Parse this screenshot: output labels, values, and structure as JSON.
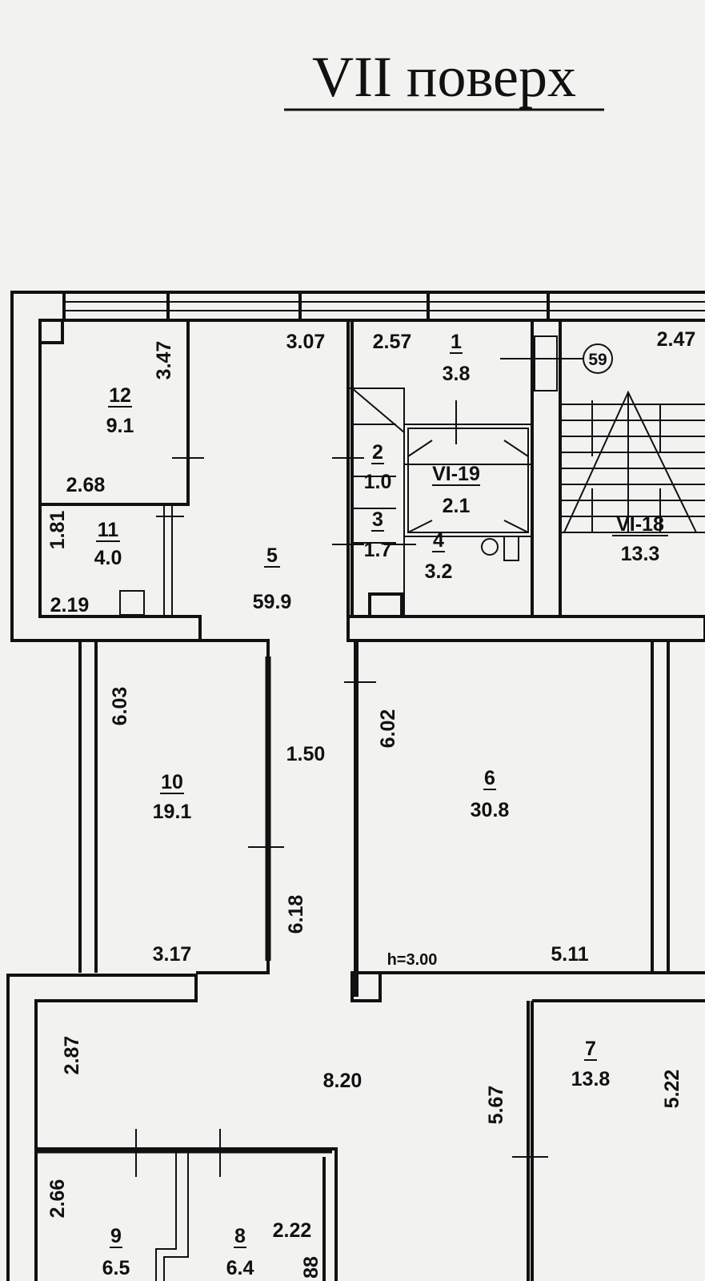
{
  "title": "VII поверх",
  "stair_marker": "59",
  "rooms": [
    {
      "num": "12",
      "area": "9.1"
    },
    {
      "num": "11",
      "area": "4.0"
    },
    {
      "num": "5",
      "area": "59.9"
    },
    {
      "num": "1",
      "area": "3.8"
    },
    {
      "num": "2",
      "area": "1.0"
    },
    {
      "num": "VI-19",
      "area": "2.1"
    },
    {
      "num": "3",
      "area": "1.7"
    },
    {
      "num": "4",
      "area": "3.2"
    },
    {
      "num": "VI-18",
      "area": "13.3"
    },
    {
      "num": "10",
      "area": "19.1"
    },
    {
      "num": "6",
      "area": "30.8"
    },
    {
      "num": "7",
      "area": "13.8"
    },
    {
      "num": "9",
      "area": "6.5"
    },
    {
      "num": "8",
      "area": "6.4"
    }
  ],
  "dimensions": {
    "d307": "3.07",
    "d257": "2.57",
    "d247": "2.47",
    "d347": "3.47",
    "d268": "2.68",
    "d181": "1.81",
    "d219": "2.19",
    "d603": "6.03",
    "d150": "1.50",
    "d602": "6.02",
    "d618": "6.18",
    "d317": "3.17",
    "h300": "h=3.00",
    "d511": "5.11",
    "d287": "2.87",
    "d820": "8.20",
    "d567": "5.67",
    "d522": "5.22",
    "d266": "2.66",
    "d222": "2.22",
    "d88": "88"
  }
}
